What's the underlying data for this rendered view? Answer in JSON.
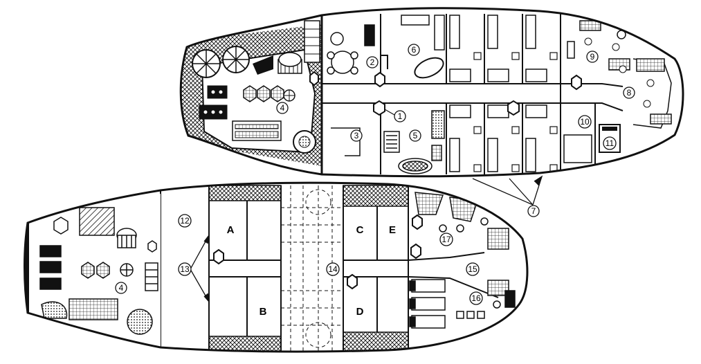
{
  "upper_deck": {
    "labels": {
      "l1": "1",
      "l2": "2",
      "l3": "3",
      "l4": "4",
      "l5": "5",
      "l6": "6",
      "l7": "7",
      "l8": "8",
      "l9": "9",
      "l10": "10",
      "l11": "11"
    }
  },
  "lower_deck": {
    "labels": {
      "l4": "4",
      "l12": "12",
      "l13": "13",
      "l14": "14",
      "l15": "15",
      "l16": "16",
      "l17": "17",
      "A": "A",
      "B": "B",
      "C": "C",
      "D": "D",
      "E": "E"
    }
  },
  "colors": {
    "ink": "#111111",
    "paper": "#ffffff",
    "screen": "#dcdcdc"
  }
}
